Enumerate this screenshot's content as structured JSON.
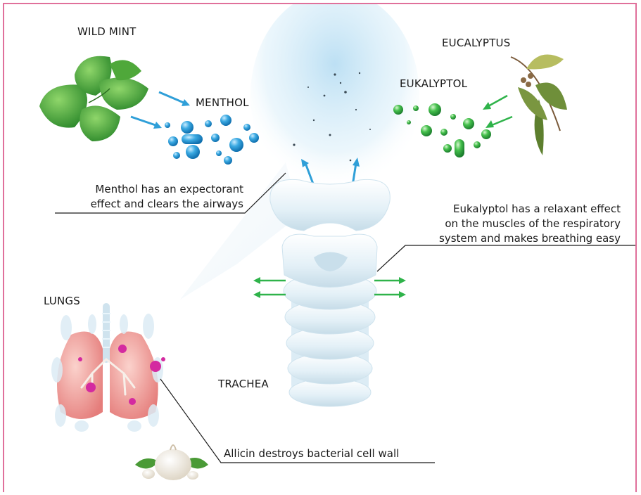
{
  "labels": {
    "wild_mint": "WILD MINT",
    "menthol": "MENTHOL",
    "eucalyptus": "EUCALYPTUS",
    "eukalyptol": "EUKALYPTOL",
    "lungs": "LUNGS",
    "trachea": "TRACHEA"
  },
  "captions": {
    "menthol_line1": "Menthol has an expectorant",
    "menthol_line2": "effect and clears the airways",
    "eukalyptol_line1": "Eukalyptol has a relaxant effect",
    "eukalyptol_line2": "on the muscles of the respiratory",
    "eukalyptol_line3": "system and makes breathing easy",
    "allicin": "Allicin destroys bacterial cell wall"
  },
  "colors": {
    "frame": "#e0709b",
    "menthol_blue": "#2f9fd8",
    "eukalyptol_green": "#2fb34a",
    "lung_pink": "#ef8f8c",
    "bacteria_magenta": "#d42aa0",
    "trachea_white": "#e9f5fb"
  }
}
